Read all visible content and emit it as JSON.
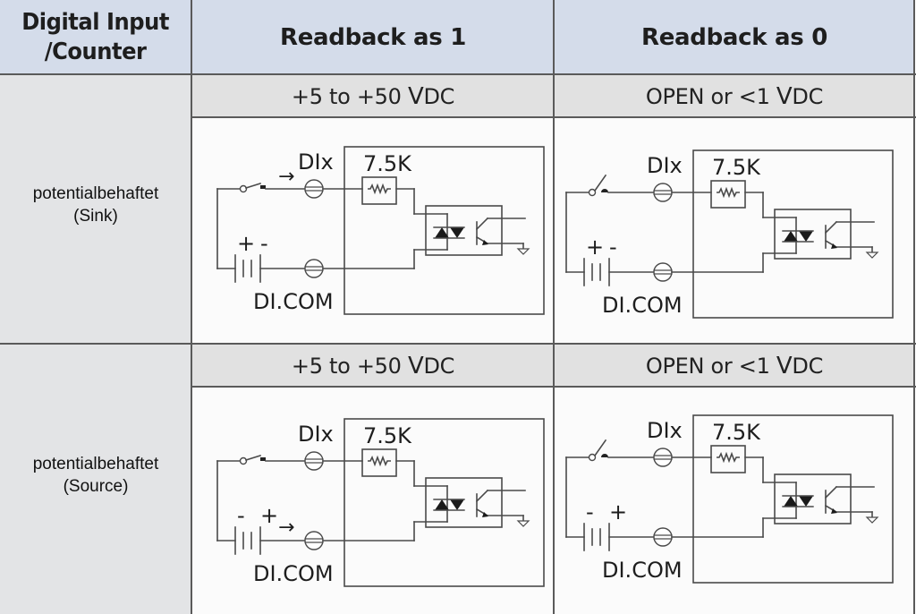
{
  "table": {
    "corner_header": [
      "Digital Input",
      "/Counter"
    ],
    "column_headers": [
      "Readback as 1",
      "Readback as 0"
    ],
    "rows": [
      {
        "label": [
          "potentialbehaftet",
          "(Sink)"
        ],
        "cells": [
          {
            "condition": "+5 to +50 ",
            "condition_unit_v": "V",
            "condition_unit_dc": "DC",
            "switch_state": "closed",
            "battery_polarity": [
              "+",
              "-"
            ],
            "current_arrow": "DIx"
          },
          {
            "condition": "OPEN or <1 ",
            "condition_unit_v": "V",
            "condition_unit_dc": "DC",
            "switch_state": "open",
            "battery_polarity": [
              "+",
              "-"
            ],
            "current_arrow": "none"
          }
        ]
      },
      {
        "label": [
          "potentialbehaftet",
          "(Source)"
        ],
        "cells": [
          {
            "condition": "+5 to +50 ",
            "condition_unit_v": "V",
            "condition_unit_dc": "DC",
            "switch_state": "closed",
            "battery_polarity": [
              "-",
              "+"
            ],
            "current_arrow": "DI.COM"
          },
          {
            "condition": "OPEN or <1 ",
            "condition_unit_v": "V",
            "condition_unit_dc": "DC",
            "switch_state": "open",
            "battery_polarity": [
              "-",
              "+"
            ],
            "current_arrow": "none"
          }
        ]
      }
    ]
  },
  "diagram_labels": {
    "input_terminal": "DIx",
    "common_terminal": "DI.COM",
    "resistor": "7.5K",
    "arrow": "→"
  },
  "colors": {
    "header_bg": "#d4dcea",
    "side_bg": "#e3e4e6",
    "subheader_bg": "#e1e1e1",
    "diagram_bg": "#fbfbfb",
    "grid_line": "#5a5a5a"
  }
}
